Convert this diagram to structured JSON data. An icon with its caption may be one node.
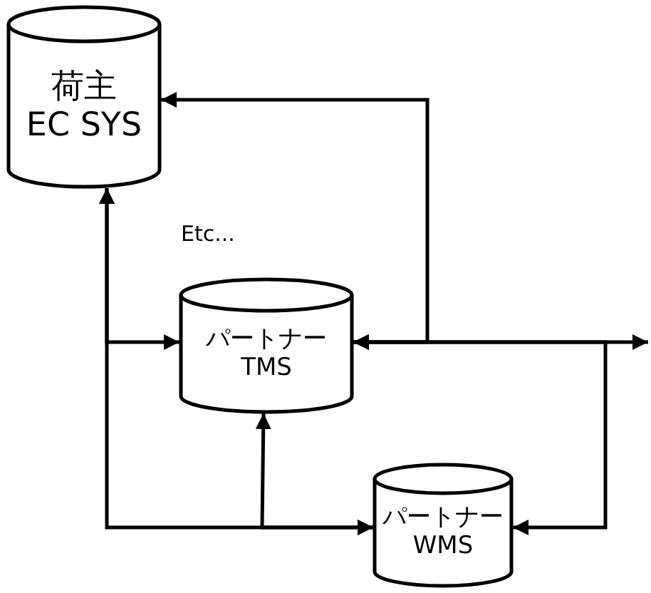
{
  "diagram": {
    "nodes": [
      {
        "text": [
          "荷主",
          "EC SYS"
        ],
        "beside": [
          "Etc..."
        ]
      },
      {
        "text": [
          "パートナー",
          "TMS"
        ]
      },
      {
        "text": [
          "パートナー",
          "WMS"
        ]
      }
    ],
    "edges": [
      {
        "from": 1,
        "to": 0,
        "arrow": "both"
      },
      {
        "from": 1,
        "to": 2,
        "arrow": "both"
      },
      {
        "from": 1,
        "to": null,
        "arrow": "both"
      },
      {
        "from": 0,
        "to": 1,
        "arrow": "both"
      },
      {
        "from": 0,
        "to": 2,
        "arrow": "both"
      },
      {
        "from": 1,
        "to": 2,
        "arrow": "both"
      }
    ]
  }
}
